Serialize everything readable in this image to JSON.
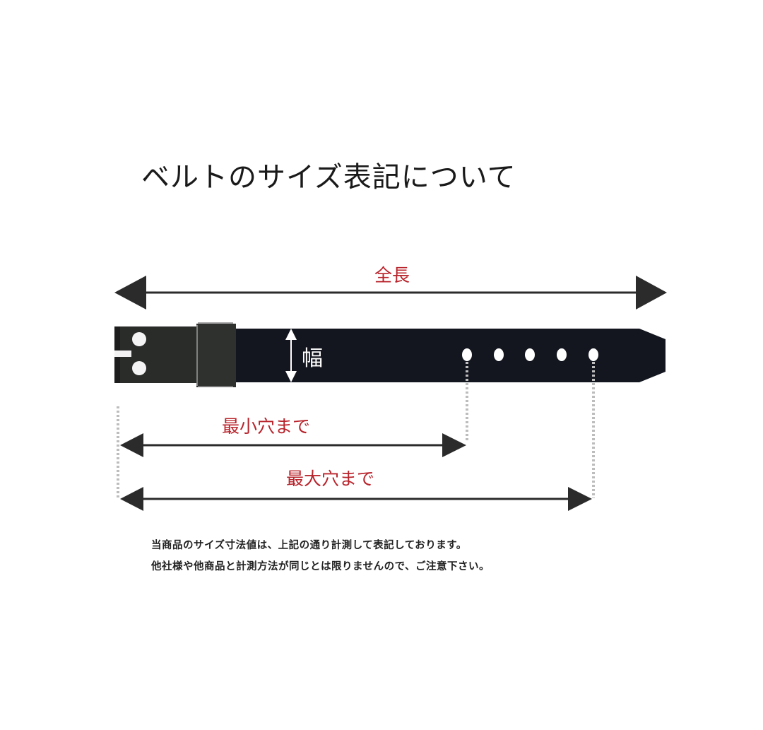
{
  "title": "ベルトのサイズ表記について",
  "labels": {
    "total_length": "全長",
    "width": "幅",
    "to_smallest_hole": "最小穴まで",
    "to_largest_hole": "最大穴まで"
  },
  "notes": [
    "当商品のサイズ寸法値は、上記の通り計測して表記しております。",
    "他社様や他商品と計測方法が同じとは限りませんので、ご注意下さい。"
  ],
  "colors": {
    "label_red": "#b8232b",
    "belt": "#14161f",
    "buckle": "#2a2c2a",
    "arrow": "#2b2b2b",
    "guide_dots": "#bdbdbd"
  },
  "belt": {
    "hole_count": 5
  }
}
